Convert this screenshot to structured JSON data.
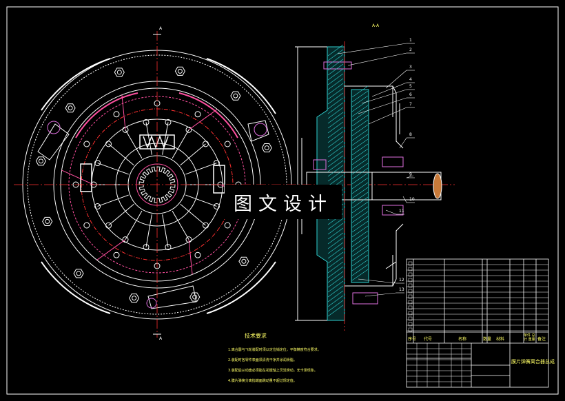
{
  "watermark": "图文设计",
  "section_label": "A-A",
  "cut_marks": {
    "top": "A",
    "bottom": "A"
  },
  "tech_requirements": {
    "title": "技术要求",
    "notes": [
      "1.离合器与飞轮装配时须以定位销定位，平衡精度符合要求。",
      "2.装配时各零件表面须清洗干净并涂润滑脂。",
      "3.装配后从动盘必须能在花键轴上灵活滑动，无卡滞现象。",
      "4.膜片弹簧分离指端面跳动量不超过规定值。"
    ]
  },
  "part_numbers": [
    "1",
    "2",
    "3",
    "4",
    "5",
    "6",
    "7",
    "8",
    "9",
    "10",
    "11",
    "12",
    "13"
  ],
  "title_block": {
    "header": {
      "seq": "序号",
      "code": "代号",
      "name": "名称",
      "qty": "数量",
      "material": "材料",
      "weight": "单件 总计 重量",
      "remark": "备注"
    },
    "drawing_title": "膜片弹簧离合器总成"
  },
  "colors": {
    "outline": "#ffffff",
    "center": "#ff3030",
    "hatch": "#30d0d0",
    "hidden": "#ff50a0",
    "text": "#ffff66",
    "bolt": "#e070e0"
  }
}
